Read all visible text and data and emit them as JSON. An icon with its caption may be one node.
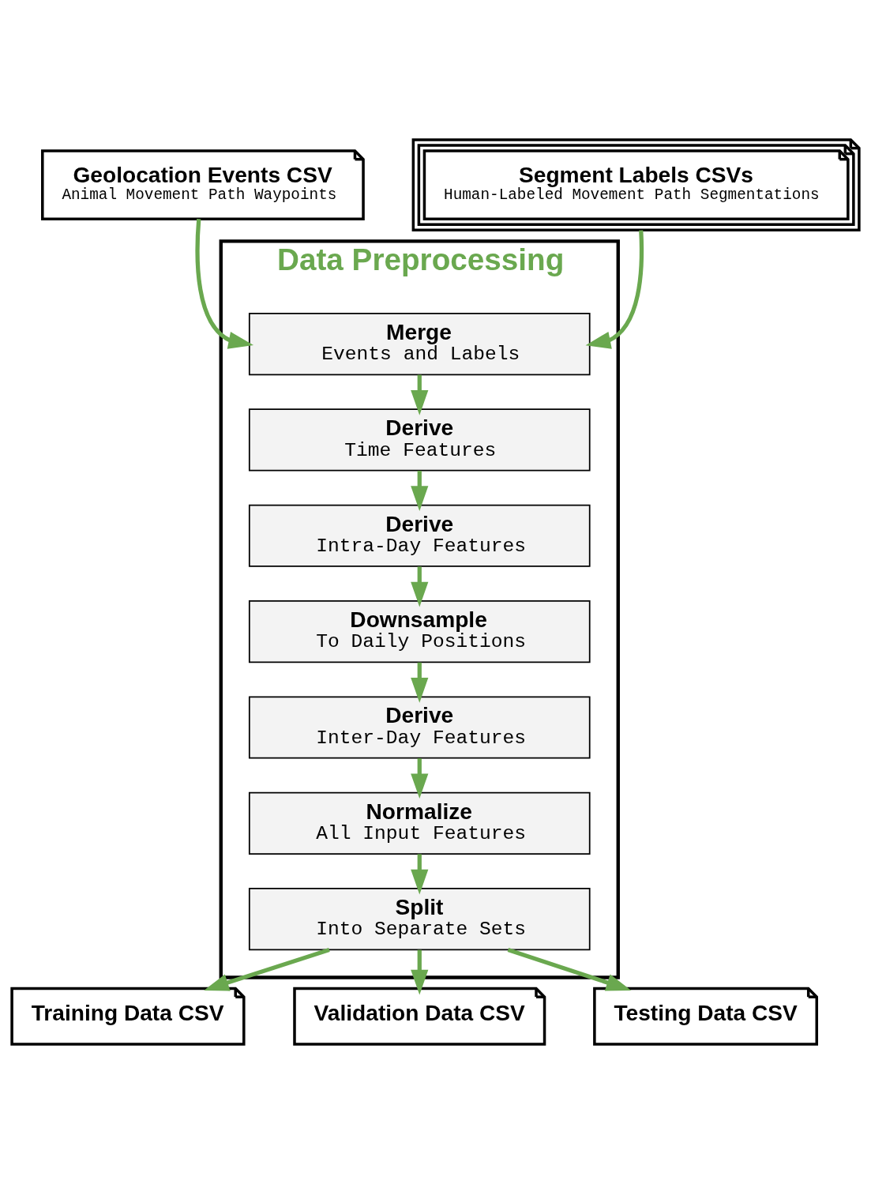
{
  "diagram": {
    "nodes": [
      {
        "text": [
          "Geolocation Events CSV",
          "Animal Movement Path Waypoints"
        ]
      },
      {
        "text": [
          "Data Preprocessing"
        ]
      },
      {
        "text": [
          "Segment Labels CSVs",
          "Human-Labeled Movement Path Segmentations"
        ]
      },
      {
        "text": [
          "Merge",
          "Events and Labels"
        ],
        "in": 1
      },
      {
        "text": [
          "Derive",
          "Time Features"
        ],
        "in": 1
      },
      {
        "text": [
          "Derive",
          "Intra-Day Features"
        ],
        "in": 1
      },
      {
        "text": [
          "Downsample",
          "To Daily Positions"
        ],
        "in": 1
      },
      {
        "text": [
          "Derive",
          "Inter-Day Features"
        ],
        "in": 1
      },
      {
        "text": [
          "Normalize",
          "All Input Features"
        ],
        "in": 1
      },
      {
        "text": [
          "Split",
          "Into Separate Sets"
        ],
        "in": 1
      },
      {
        "text": [
          "Training Data CSV"
        ]
      },
      {
        "text": [
          "Validation Data CSV"
        ]
      },
      {
        "text": [
          "Testing Data CSV"
        ]
      }
    ],
    "edges": [
      {
        "from": 0,
        "to": 3,
        "arrow": "to"
      },
      {
        "from": 2,
        "to": 3,
        "arrow": "to"
      },
      {
        "from": 3,
        "to": 4,
        "arrow": "to"
      },
      {
        "from": 4,
        "to": 5,
        "arrow": "to"
      },
      {
        "from": 5,
        "to": 6,
        "arrow": "to"
      },
      {
        "from": 6,
        "to": 7,
        "arrow": "to"
      },
      {
        "from": 7,
        "to": 8,
        "arrow": "to"
      },
      {
        "from": 8,
        "to": 9,
        "arrow": "to"
      },
      {
        "from": 9,
        "to": 10,
        "arrow": "to"
      },
      {
        "from": 9,
        "to": 11,
        "arrow": "to"
      },
      {
        "from": 9,
        "to": 12,
        "arrow": "to"
      }
    ]
  }
}
